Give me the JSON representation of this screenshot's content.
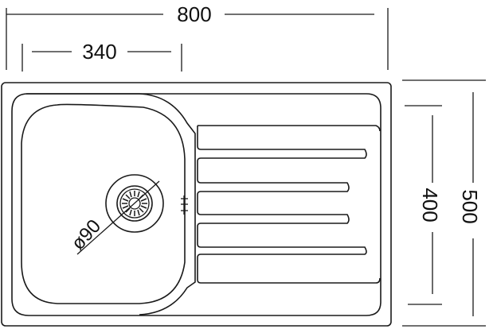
{
  "dimensions": {
    "total_width": "800",
    "bowl_width": "340",
    "bowl_depth": "400",
    "total_depth": "500",
    "drain_diameter": "ø90"
  },
  "colors": {
    "line": "#1a1a1a",
    "background": "#ffffff"
  }
}
